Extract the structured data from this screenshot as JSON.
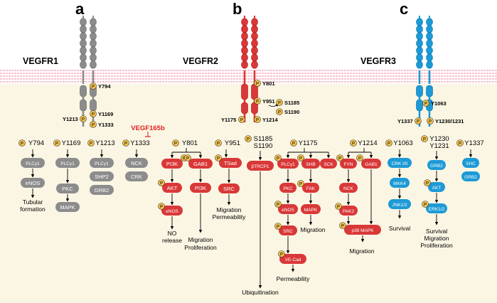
{
  "panels": {
    "a": {
      "letter": "a",
      "receptor": "VEGFR1",
      "sites": [
        "Y794",
        "Y1169",
        "Y1213",
        "Y1333"
      ],
      "ligand_inhibitor": "VEGF165b",
      "cols": {
        "y794": {
          "site": "Y794",
          "nodes": [
            "PLCγ1",
            "eNOS"
          ],
          "outcome": [
            "Tubular",
            "formation"
          ]
        },
        "y1169": {
          "site": "Y1169",
          "nodes": [
            "PLCγ1",
            "PKC",
            "MAPK"
          ]
        },
        "y1213": {
          "site": "Y1213",
          "nodes": [
            "PLCγ1",
            "SHP2",
            "GRB2"
          ]
        },
        "y1333": {
          "site": "Y1333",
          "nodes": [
            "NCK",
            "CRK"
          ]
        }
      }
    },
    "b": {
      "letter": "b",
      "receptor": "VEGFR2",
      "sites": [
        "Y801",
        "Y951",
        "S1185",
        "S1190",
        "Y1175",
        "Y1214"
      ],
      "cols": {
        "y801": {
          "site": "Y801",
          "left": [
            "PI3K",
            "AKT",
            "eNOS"
          ],
          "right": [
            "GAB1",
            "PI3K"
          ],
          "left_outcome": [
            "NO",
            "release"
          ],
          "right_outcome": [
            "Migration",
            "Proliferation"
          ]
        },
        "y951": {
          "site": "Y951",
          "nodes": [
            "TSad",
            "SRC"
          ],
          "outcome": [
            "Migration",
            "Permeability"
          ]
        },
        "s1185": {
          "site": [
            "S1185",
            "S1190"
          ],
          "nodes": [
            "βTRCP1"
          ],
          "outcome": [
            "Ubiquitination"
          ]
        },
        "y1175": {
          "site": "Y1175",
          "left": [
            "PLCγ1",
            "PKC",
            "eNOS",
            "SRC"
          ],
          "mid": [
            "SHB",
            "FAK",
            "MAPK"
          ],
          "right": [
            "SCK"
          ],
          "join": "VE-Cad",
          "left_outcome": [
            "Permeability"
          ],
          "mid_outcome": [
            "Migration"
          ]
        },
        "y1214": {
          "site": "Y1214",
          "left": [
            "FYN",
            "NCK",
            "PAK2"
          ],
          "right": [
            "GAB1"
          ],
          "join": "p38 MAPK",
          "outcome": [
            "Migration"
          ]
        }
      }
    },
    "c": {
      "letter": "c",
      "receptor": "VEGFR3",
      "sites": [
        "Y1063",
        "Y1337",
        "Y1230/1231"
      ],
      "cols": {
        "y1063": {
          "site": "Y1063",
          "nodes": [
            "CRK I/II",
            "MKK4",
            "JNK1/2"
          ],
          "outcome": [
            "Survival"
          ]
        },
        "y1230": {
          "site": [
            "Y1230",
            "Y1231"
          ],
          "nodes": [
            "GRB2",
            "AKT",
            "ERK1/2"
          ],
          "outcome": [
            "Survival",
            "Migration",
            "Proliferation"
          ]
        },
        "y1337": {
          "site": "Y1337",
          "nodes": [
            "SHC",
            "GRB2"
          ]
        }
      }
    },
    "phospho_label": "P"
  },
  "colors": {
    "vegfr1": "#8c8c8c",
    "vegfr2": "#d93838",
    "vegfr3": "#1d9ad6",
    "phospho": "#f2c14e",
    "membrane": "#f2a6b3",
    "cytoplasm": "#fbf6e4",
    "inhibitor": "#e02020"
  }
}
